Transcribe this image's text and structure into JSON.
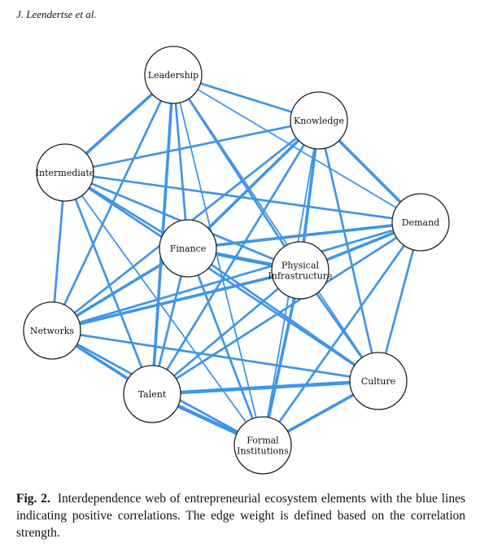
{
  "header": {
    "running_title": "J. Leendertse et al."
  },
  "diagram": {
    "edge_color": "#3f95e8",
    "nodes": [
      {
        "id": "leadership",
        "label": [
          "Leadership"
        ]
      },
      {
        "id": "knowledge",
        "label": [
          "Knowledge"
        ]
      },
      {
        "id": "intermediate",
        "label": [
          "Intermediate"
        ]
      },
      {
        "id": "demand",
        "label": [
          "Demand"
        ]
      },
      {
        "id": "finance",
        "label": [
          "Finance"
        ]
      },
      {
        "id": "physical-infrastructure",
        "label": [
          "Physical",
          "Infrastructure"
        ]
      },
      {
        "id": "networks",
        "label": [
          "Networks"
        ]
      },
      {
        "id": "culture",
        "label": [
          "Culture"
        ]
      },
      {
        "id": "talent",
        "label": [
          "Talent"
        ]
      },
      {
        "id": "formal-institutions",
        "label": [
          "Formal",
          "Institutions"
        ]
      }
    ],
    "edges": [
      {
        "source": "leadership",
        "target": "knowledge",
        "weight": 3
      },
      {
        "source": "leadership",
        "target": "intermediate",
        "weight": 4
      },
      {
        "source": "leadership",
        "target": "demand",
        "weight": 2
      },
      {
        "source": "leadership",
        "target": "finance",
        "weight": 3
      },
      {
        "source": "leadership",
        "target": "physical-infrastructure",
        "weight": 3
      },
      {
        "source": "leadership",
        "target": "networks",
        "weight": 3
      },
      {
        "source": "leadership",
        "target": "talent",
        "weight": 4
      },
      {
        "source": "leadership",
        "target": "formal-institutions",
        "weight": 2
      },
      {
        "source": "leadership",
        "target": "culture",
        "weight": 2
      },
      {
        "source": "knowledge",
        "target": "intermediate",
        "weight": 3
      },
      {
        "source": "knowledge",
        "target": "demand",
        "weight": 4
      },
      {
        "source": "knowledge",
        "target": "finance",
        "weight": 4
      },
      {
        "source": "knowledge",
        "target": "physical-infrastructure",
        "weight": 4
      },
      {
        "source": "knowledge",
        "target": "networks",
        "weight": 3
      },
      {
        "source": "knowledge",
        "target": "talent",
        "weight": 3
      },
      {
        "source": "knowledge",
        "target": "formal-institutions",
        "weight": 2
      },
      {
        "source": "knowledge",
        "target": "culture",
        "weight": 3
      },
      {
        "source": "intermediate",
        "target": "demand",
        "weight": 3
      },
      {
        "source": "intermediate",
        "target": "finance",
        "weight": 3
      },
      {
        "source": "intermediate",
        "target": "physical-infrastructure",
        "weight": 3
      },
      {
        "source": "intermediate",
        "target": "networks",
        "weight": 3
      },
      {
        "source": "intermediate",
        "target": "talent",
        "weight": 3
      },
      {
        "source": "intermediate",
        "target": "formal-institutions",
        "weight": 2
      },
      {
        "source": "intermediate",
        "target": "culture",
        "weight": 3
      },
      {
        "source": "demand",
        "target": "finance",
        "weight": 4
      },
      {
        "source": "demand",
        "target": "physical-infrastructure",
        "weight": 4
      },
      {
        "source": "demand",
        "target": "networks",
        "weight": 3
      },
      {
        "source": "demand",
        "target": "talent",
        "weight": 3
      },
      {
        "source": "demand",
        "target": "formal-institutions",
        "weight": 3
      },
      {
        "source": "demand",
        "target": "culture",
        "weight": 3
      },
      {
        "source": "finance",
        "target": "physical-infrastructure",
        "weight": 5
      },
      {
        "source": "finance",
        "target": "networks",
        "weight": 4
      },
      {
        "source": "finance",
        "target": "talent",
        "weight": 3
      },
      {
        "source": "finance",
        "target": "formal-institutions",
        "weight": 3
      },
      {
        "source": "finance",
        "target": "culture",
        "weight": 3
      },
      {
        "source": "physical-infrastructure",
        "target": "networks",
        "weight": 4
      },
      {
        "source": "physical-infrastructure",
        "target": "talent",
        "weight": 3
      },
      {
        "source": "physical-infrastructure",
        "target": "formal-institutions",
        "weight": 4
      },
      {
        "source": "physical-infrastructure",
        "target": "culture",
        "weight": 3
      },
      {
        "source": "networks",
        "target": "talent",
        "weight": 4
      },
      {
        "source": "networks",
        "target": "formal-institutions",
        "weight": 3
      },
      {
        "source": "networks",
        "target": "culture",
        "weight": 3
      },
      {
        "source": "talent",
        "target": "formal-institutions",
        "weight": 5
      },
      {
        "source": "talent",
        "target": "culture",
        "weight": 5
      },
      {
        "source": "formal-institutions",
        "target": "culture",
        "weight": 4
      }
    ]
  },
  "caption": {
    "label": "Fig. 2.",
    "text": "Interdependence web of entrepreneurial ecosystem elements with the blue lines indicating positive correlations. The edge weight is defined based on the correlation strength."
  }
}
